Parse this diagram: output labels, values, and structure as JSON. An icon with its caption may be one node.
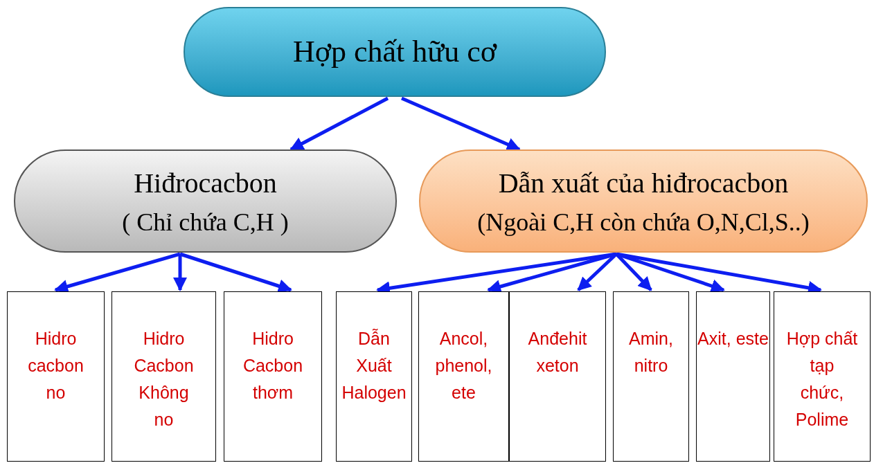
{
  "diagram": {
    "nodes": [
      {
        "text": [
          "Hợp chất hữu cơ"
        ]
      },
      {
        "text": [
          "Hiđrocacbon",
          "( Chỉ chứa C,H )"
        ]
      },
      {
        "text": [
          "Dẫn xuất của hiđrocacbon",
          "(Ngoài C,H còn chứa O,N,Cl,S..)"
        ]
      },
      {
        "text": [
          "Hidro cacbon no"
        ]
      },
      {
        "text": [
          "Hidro Cacbon Không no"
        ]
      },
      {
        "text": [
          "Hidro Cacbon thơm"
        ]
      },
      {
        "text": [
          "Dẫn Xuất Halogen"
        ]
      },
      {
        "text": [
          "Ancol, phenol, ete"
        ]
      },
      {
        "text": [
          "Anđehit xeton"
        ]
      },
      {
        "text": [
          "Amin, nitro"
        ]
      },
      {
        "text": [
          "Axit, este"
        ]
      },
      {
        "text": [
          "Hợp chất tạp chức, Polime"
        ]
      }
    ],
    "edges": [
      {
        "from": 0,
        "to": 1,
        "arrow": "to"
      },
      {
        "from": 0,
        "to": 2,
        "arrow": "to"
      },
      {
        "from": 1,
        "to": 3,
        "arrow": "to"
      },
      {
        "from": 1,
        "to": 4,
        "arrow": "to"
      },
      {
        "from": 1,
        "to": 5,
        "arrow": "to"
      },
      {
        "from": 2,
        "to": 6,
        "arrow": "to"
      },
      {
        "from": 2,
        "to": 7,
        "arrow": "to"
      },
      {
        "from": 2,
        "to": 8,
        "arrow": "to"
      },
      {
        "from": 2,
        "to": 9,
        "arrow": "to"
      },
      {
        "from": 2,
        "to": 10,
        "arrow": "to"
      },
      {
        "from": 2,
        "to": 11,
        "arrow": "to"
      }
    ]
  }
}
